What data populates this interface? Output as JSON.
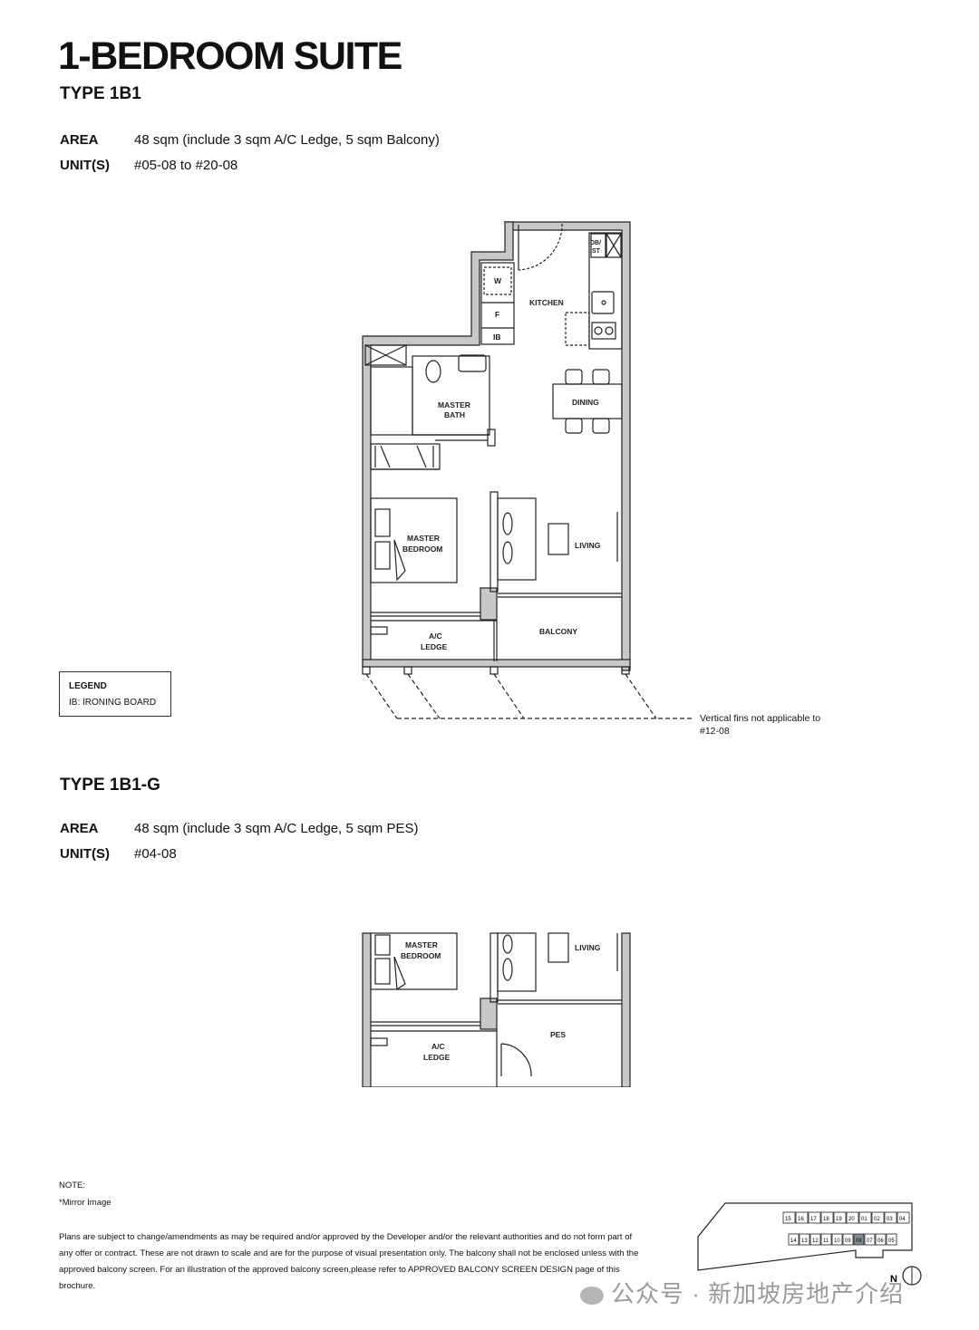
{
  "header": {
    "title": "1-BEDROOM SUITE"
  },
  "type_1b1": {
    "name": "TYPE 1B1",
    "area_label": "AREA",
    "area_value": "48 sqm (include 3 sqm A/C Ledge, 5 sqm Balcony)",
    "units_label": "UNIT(S)",
    "units_value": "#05-08 to #20-08",
    "rooms": {
      "kitchen": "KITCHEN",
      "dining": "DINING",
      "living": "LIVING",
      "balcony": "BALCONY",
      "master_bath_1": "MASTER",
      "master_bath_2": "BATH",
      "master_bed_1": "MASTER",
      "master_bed_2": "BEDROOM",
      "ac_ledge_1": "A/C",
      "ac_ledge_2": "LEDGE",
      "washer": "W",
      "fridge": "F",
      "ironing": "IB",
      "dbst_1": "DB/",
      "dbst_2": "ST"
    },
    "fins_note_1": "Vertical fins not applicable to",
    "fins_note_2": "#12-08"
  },
  "legend": {
    "title": "LEGEND",
    "item": "IB: IRONING BOARD"
  },
  "type_1b1g": {
    "name": "TYPE 1B1-G",
    "area_label": "AREA",
    "area_value": "48 sqm (include 3 sqm A/C Ledge, 5 sqm PES)",
    "units_label": "UNIT(S)",
    "units_value": "#04-08",
    "rooms": {
      "master_bed_1": "MASTER",
      "master_bed_2": "BEDROOM",
      "living": "LIVING",
      "pes": "PES",
      "ac_ledge_1": "A/C",
      "ac_ledge_2": "LEDGE"
    }
  },
  "notes": {
    "heading": "NOTE:",
    "mirror": "*Mirror Image",
    "disclaimer": "Plans are subject to change/amendments as may be required and/or approved by the Developer and/or the relevant authorities and do not form part of any offer or contract. These are not drawn to scale and are for the purpose of visual presentation only. The balcony shall not be enclosed unless with the approved balcony screen. For an illustration of the approved balcony screen,please refer to APPROVED BALCONY SCREEN DESIGN page of this brochure."
  },
  "keyplan": {
    "north": "N",
    "top_units": [
      "15",
      "16",
      "17",
      "18",
      "19",
      "20",
      "01",
      "02",
      "03",
      "04"
    ],
    "bottom_units": [
      "14",
      "13",
      "12",
      "11",
      "10",
      "09",
      "08",
      "07",
      "06",
      "05"
    ],
    "highlight": "08",
    "highlight_color": "#7d8f93"
  },
  "watermark": "公众号 · 新加坡房地产介绍"
}
